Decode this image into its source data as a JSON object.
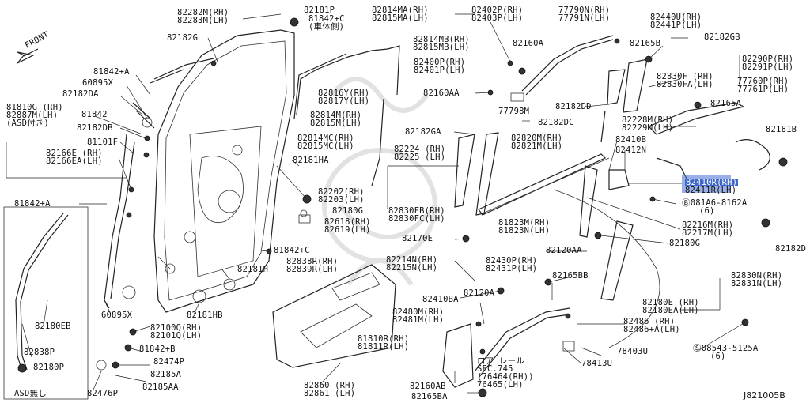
{
  "diagram_id": "J821005B",
  "front_label": "FRONT",
  "highlight": {
    "rh": "82410R(RH)",
    "lh": "82411R(LH)"
  },
  "inset_note": "ASD無し",
  "sec_ref": {
    "line1": "ロア レール",
    "line2": "SEC.745",
    "line3": "(76464(RH))",
    "line4": "76465(LH)"
  },
  "labels": {
    "l82282m": "82282M(RH)",
    "l82283m": "82283M(LH)",
    "l82181p": "82181P",
    "l81842c1": "81842+C",
    "l81842c1b": "(車体側)",
    "l82814ma": "82814MA(RH)",
    "l82815ma": "82815MA(LH)",
    "l82402p": "82402P(RH)",
    "l82403p": "82403P(LH)",
    "l77790n": "77790N(RH)",
    "l77791n": "77791N(LH)",
    "l82440u": "82440U(RH)",
    "l82441p": "82441P(LH)",
    "l82182g": "82182G",
    "l82160a": "82160A",
    "l82165b": "82165B",
    "l82182gb": "82182GB",
    "l82814mb": "82814MB(RH)",
    "l82815mb": "82815MB(LH)",
    "l82290p": "82290P(RH)",
    "l82291p": "82291P(LH)",
    "l81842a": "81842+A",
    "l60895x": "60895X",
    "l82182da": "82182DA",
    "l82400p": "82400P(RH)",
    "l82401p": "82401P(LH)",
    "l82830f": "82830F (RH)",
    "l82830fa": "82830FA(LH)",
    "l77760p": "77760P(RH)",
    "l77761p": "77761P(LH)",
    "l81810g": "81810G (RH)",
    "l82887m": "82887M(LH)",
    "lasd": "(ASD付き)",
    "l81842": "81842",
    "l82816y": "82816Y(RH)",
    "l82817y": "82817Y(LH)",
    "l82160aa": "82160AA",
    "l82182dd": "82182DD",
    "l82165a": "82165A",
    "l82182db": "82182DB",
    "l82814m": "82814M(RH)",
    "l82815m": "82815M(LH)",
    "l77798m": "77798M",
    "l82182dc": "82182DC",
    "l82228m": "82228M(RH)",
    "l82229m": "82229M(LH)",
    "l81101f": "81101F",
    "l82182ga": "82182GA",
    "l82814mc": "82814MC(RH)",
    "l82815mc": "82815MC(LH)",
    "l82820m": "82820M(RH)",
    "l82821m": "82821M(LH)",
    "l82410b": "82410B",
    "l82181b": "82181B",
    "l82166e": "82166E (RH)",
    "l82166ea": "82166EA(LH)",
    "l82224": "82224 (RH)",
    "l82225": "82225 (LH)",
    "l82412n": "82412N",
    "l82181ha": "82181HA",
    "l82202": "82202(RH)",
    "l82203": "82203(LH)",
    "l081a6": "081A6-8162A",
    "l081a6q": "(6)",
    "l81842a2": "81842+A",
    "l82180g": "82180G",
    "l82830fb": "82830FB(RH)",
    "l82830fc": "82830FC(LH)",
    "l82618": "82618(RH)",
    "l82619": "82619(LH)",
    "l81823m": "81823M(RH)",
    "l81823n": "81823N(LH)",
    "l82216m": "82216M(RH)",
    "l82217m": "82217M(LH)",
    "l82182d": "82182D",
    "l82170e": "82170E",
    "l82180g2": "82180G",
    "l81842c2": "81842+C",
    "l82120aa": "82120AA",
    "l82838r": "82838R(RH)",
    "l82839r": "82839R(LH)",
    "l82214n": "82214N(RH)",
    "l82215n": "82215N(LH)",
    "l82430p": "82430P(RH)",
    "l82431p": "82431P(LH)",
    "l82181h": "82181H",
    "l82165bb": "82165BB",
    "l82830n": "82830N(RH)",
    "l82831n": "82831N(LH)",
    "l82410ba": "82410BA",
    "l82120a": "82120A",
    "l82180e": "82180E (RH)",
    "l82180ea": "82180EA(LH)",
    "l60895x2": "60895X",
    "l82181hb": "82181HB",
    "l82480m": "82480M(RH)",
    "l82481m": "82481M(LH)",
    "l82180eb": "82180EB",
    "l82100q": "82100Q(RH)",
    "l82101q": "82101Q(LH)",
    "l82486": "82486 (RH)",
    "l82486a": "82486+A(LH)",
    "l81842b": "81842+B",
    "l81810r": "81810R(RH)",
    "l81811r": "81811R(LH)",
    "l78403u": "78403U",
    "l08543": "08543-5125A",
    "l08543q": "(6)",
    "l82838p": "82838P",
    "l82474p": "82474P",
    "l82185a": "82185A",
    "l78413u": "78413U",
    "l82180p": "82180P",
    "l82185aa": "82185AA",
    "l82860": "82860 (RH)",
    "l82861": "82861 (LH)",
    "l82160ab": "82160AB",
    "l82476p": "82476P",
    "l82165ba": "82165BA"
  }
}
